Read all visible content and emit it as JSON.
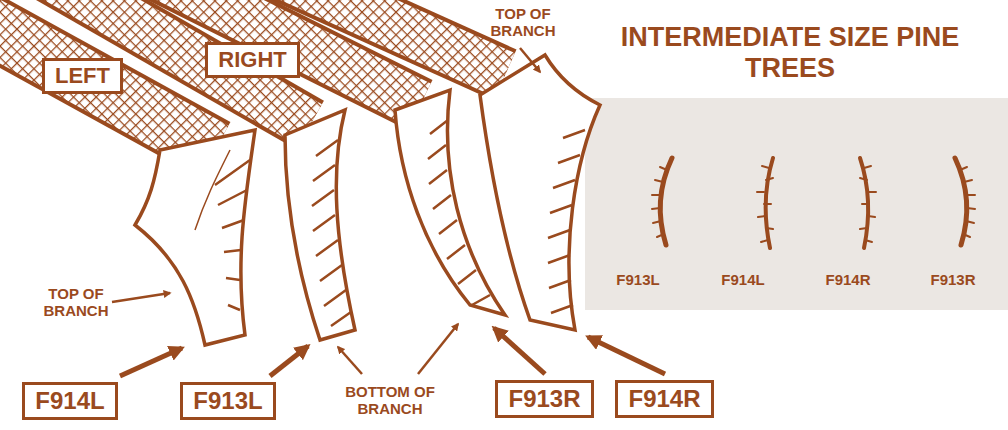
{
  "diagram": {
    "title": "INTERMEDIATE SIZE PINE TREES",
    "nodes": [
      {
        "text": [
          "LEFT"
        ]
      },
      {
        "text": [
          "RIGHT"
        ]
      },
      {
        "text": [
          "F914L"
        ]
      },
      {
        "text": [
          "F913L"
        ]
      },
      {
        "text": [
          "F913R"
        ]
      },
      {
        "text": [
          "F914R"
        ]
      }
    ],
    "labels": [
      "TOP OF BRANCH",
      "TOP OF BRANCH",
      "BOTTOM OF BRANCH",
      "F913L",
      "F914L",
      "F914R",
      "F913R"
    ]
  }
}
